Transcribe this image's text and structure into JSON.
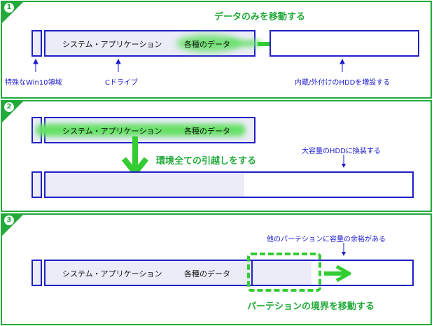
{
  "panel1": {
    "number": "1",
    "heading": "データのみを移動する",
    "drive_content": "システム・アプリケーション",
    "data_label": "各種のデータ",
    "label_special": "特殊なWin10領域",
    "label_c_drive": "Cドライブ",
    "label_hdd": "内蔵/外付けのHDDを増設する"
  },
  "panel2": {
    "number": "2",
    "drive_content": "システム・アプリケーション",
    "data_label": "各種のデータ",
    "label_swap": "大容量のHDDに換装する",
    "heading": "環境全ての引越しをする"
  },
  "panel3": {
    "number": "3",
    "drive_content": "システム・アプリケーション",
    "data_label": "各種のデータ",
    "label_other": "他のパーテションに容量の余裕がある",
    "heading": "パーテションの境界を移動する"
  },
  "colors": {
    "green": "#22aa3a",
    "blue": "#2020c8",
    "fill": "#ececf8"
  }
}
